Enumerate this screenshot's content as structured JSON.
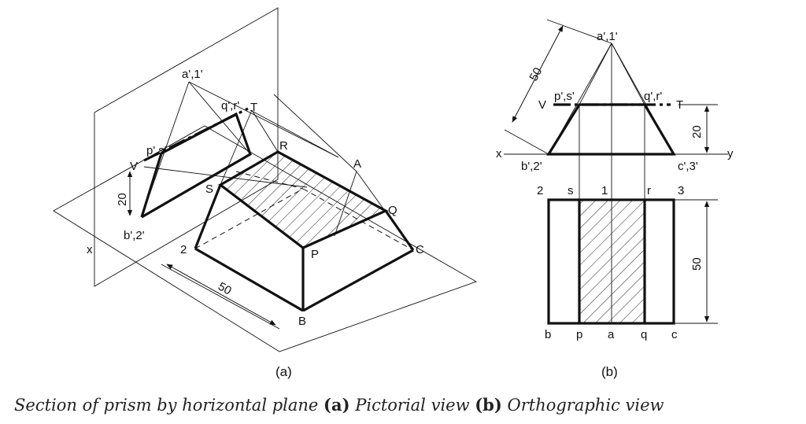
{
  "pictorial": {
    "labels": {
      "a1": "a',1'",
      "qr": "q',r'",
      "T": "T",
      "ps": "p',s'",
      "V": "V",
      "b2": "b',2'",
      "x": "x",
      "R": "R",
      "A": "A",
      "S": "S",
      "Q": "Q",
      "two": "2",
      "P": "P",
      "C": "C",
      "B": "B"
    },
    "dim_height": "20",
    "dim_length": "50"
  },
  "orthographic": {
    "labels": {
      "a1": "a',1'",
      "ps": "p',s'",
      "qr": "q',r'",
      "V": "V",
      "T": "T",
      "x": "x",
      "y": "y",
      "b2": "b',2'",
      "c3": "c',3'",
      "two": "2",
      "s": "s",
      "one": "1",
      "r": "r",
      "three": "3",
      "b": "b",
      "p": "p",
      "a": "a",
      "q": "q",
      "c": "c"
    },
    "dim_slant": "50",
    "dim_height": "20",
    "dim_length": "50"
  },
  "subcaptions": {
    "a": "(a)",
    "b": "(b)"
  },
  "caption": {
    "part1": "Section of prism by horizontal plane",
    "tag_a": "(a)",
    "part2": "Pictorial view",
    "tag_b": "(b)",
    "part3": "Orthographic view"
  }
}
